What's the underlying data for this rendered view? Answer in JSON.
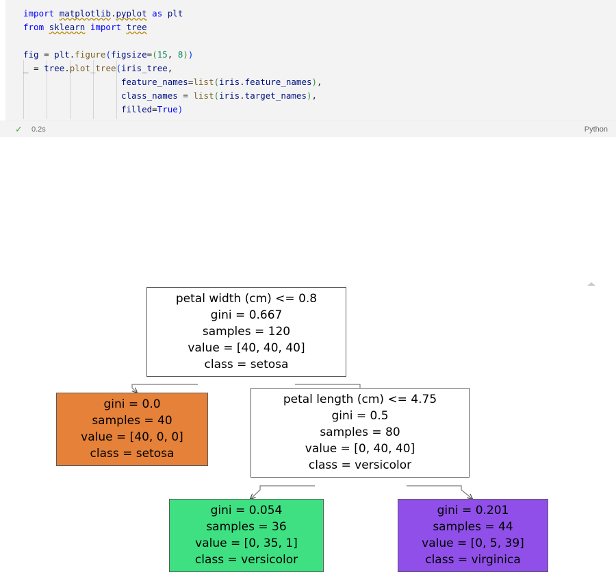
{
  "notebook": {
    "cell": {
      "language": "Python",
      "execution_time": "0.2s",
      "run_status_icon": "check-icon",
      "code_lines": [
        "import matplotlib.pyplot as plt",
        "from sklearn import tree",
        "",
        "fig = plt.figure(figsize=(15, 8))",
        "_ = tree.plot_tree(iris_tree,",
        "                   feature_names=list(iris.feature_names),",
        "                   class_names = list(iris.target_names),",
        "                   filled=True)"
      ]
    },
    "output": {
      "collapse_icon": "caret-up-icon"
    }
  },
  "chart_data": {
    "type": "diagram",
    "diagram_kind": "decision-tree",
    "title": "",
    "criterion": "gini",
    "feature_names": [
      "petal width (cm)",
      "petal length (cm)"
    ],
    "class_names": [
      "setosa",
      "versicolor",
      "virginica"
    ],
    "total_samples": 120,
    "colors": {
      "setosa": "#e58139",
      "versicolor": "#3ee081",
      "virginica": "#8f4fe8",
      "internal": "#ffffff",
      "border": "#5a5a5a",
      "edge": "#4d4d4d"
    },
    "nodes": [
      {
        "id": "root",
        "depth": 0,
        "is_leaf": false,
        "condition": "petal width (cm) <= 0.8",
        "gini": 0.667,
        "samples": 120,
        "value": [
          40,
          40,
          40
        ],
        "predicted_class": "setosa",
        "fill": "#ffffff",
        "lines": [
          "petal width (cm) <= 0.8",
          "gini = 0.667",
          "samples = 120",
          "value = [40, 40, 40]",
          "class = setosa"
        ]
      },
      {
        "id": "setosa-leaf",
        "depth": 1,
        "is_leaf": true,
        "gini": 0.0,
        "samples": 40,
        "value": [
          40,
          0,
          0
        ],
        "predicted_class": "setosa",
        "fill": "#e58139",
        "lines": [
          "gini = 0.0",
          "samples = 40",
          "value = [40, 0, 0]",
          "class = setosa"
        ]
      },
      {
        "id": "internal-2",
        "depth": 1,
        "is_leaf": false,
        "condition": "petal length (cm) <= 4.75",
        "gini": 0.5,
        "samples": 80,
        "value": [
          0,
          40,
          40
        ],
        "predicted_class": "versicolor",
        "fill": "#ffffff",
        "lines": [
          "petal length (cm) <= 4.75",
          "gini = 0.5",
          "samples = 80",
          "value = [0, 40, 40]",
          "class = versicolor"
        ]
      },
      {
        "id": "versicolor-leaf",
        "depth": 2,
        "is_leaf": true,
        "gini": 0.054,
        "samples": 36,
        "value": [
          0,
          35,
          1
        ],
        "predicted_class": "versicolor",
        "fill": "#3ee081",
        "lines": [
          "gini = 0.054",
          "samples = 36",
          "value = [0, 35, 1]",
          "class = versicolor"
        ]
      },
      {
        "id": "virginica-leaf",
        "depth": 2,
        "is_leaf": true,
        "gini": 0.201,
        "samples": 44,
        "value": [
          0,
          5,
          39
        ],
        "predicted_class": "virginica",
        "fill": "#8f4fe8",
        "lines": [
          "gini = 0.201",
          "samples = 44",
          "value = [0, 5, 39]",
          "class = virginica"
        ]
      }
    ],
    "edges": [
      {
        "from": "root",
        "to": "setosa-leaf",
        "branch": "True"
      },
      {
        "from": "root",
        "to": "internal-2",
        "branch": "False"
      },
      {
        "from": "internal-2",
        "to": "versicolor-leaf",
        "branch": "True"
      },
      {
        "from": "internal-2",
        "to": "virginica-leaf",
        "branch": "False"
      }
    ]
  }
}
